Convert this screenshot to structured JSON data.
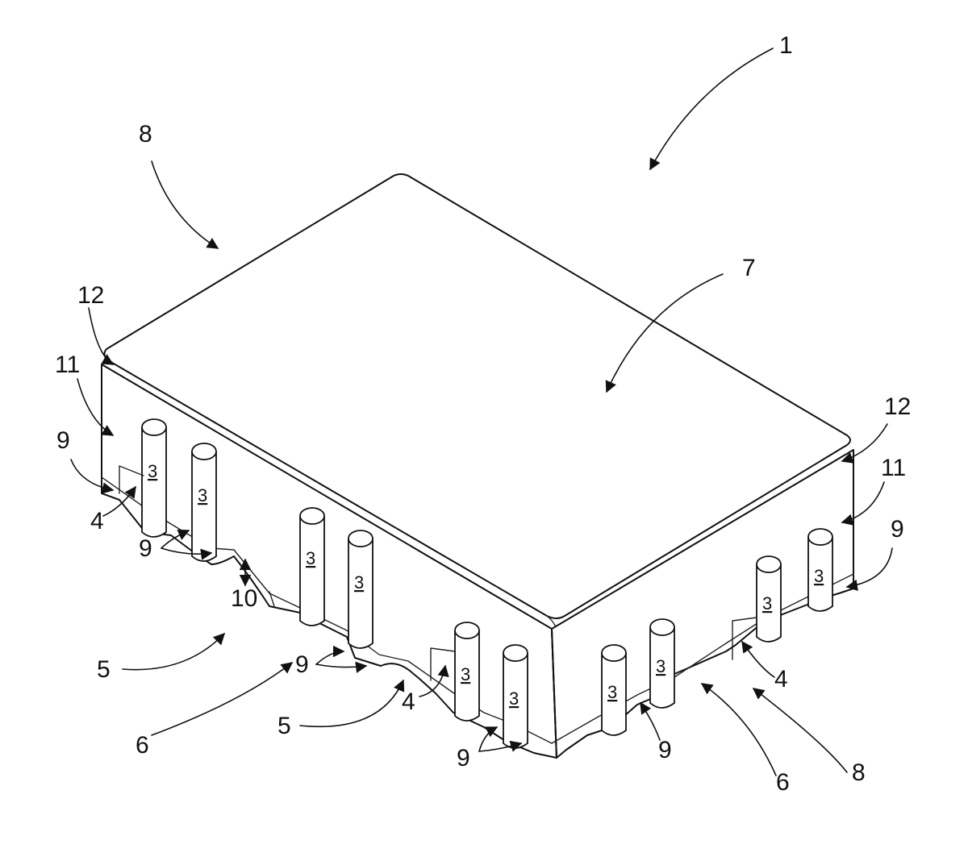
{
  "figure": {
    "reference_numerals": {
      "device": "1",
      "pin": "3",
      "notch": "4",
      "gap": "5",
      "bottom_edge": "6",
      "top_face": "7",
      "side": "8",
      "ring": "9",
      "height": "10",
      "body": "11",
      "rim": "12"
    }
  }
}
